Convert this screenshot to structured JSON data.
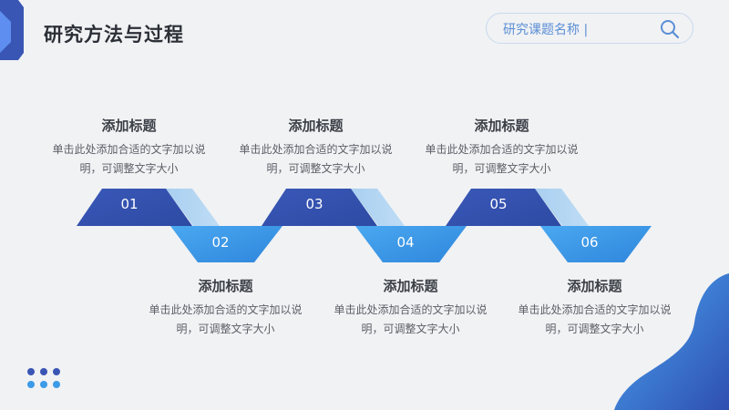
{
  "header": {
    "title": "研究方法与过程"
  },
  "search": {
    "text": "研究课题名称 |"
  },
  "colors": {
    "dark_blue": "#3a56b4",
    "light_blue": "#3c9be8",
    "accent": "#5b8fd6",
    "text": "#3b3f46"
  },
  "icons": {
    "search": "search-icon",
    "corner": "corner-accent-shape",
    "dots": "dots-grid",
    "blob": "blue-wave-blob"
  },
  "steps": [
    {
      "label": "01",
      "title": "添加标题",
      "desc": "单击此处添加合适的文字加以说明，可调整文字大小"
    },
    {
      "label": "02",
      "title": "添加标题",
      "desc": "单击此处添加合适的文字加以说明，可调整文字大小"
    },
    {
      "label": "03",
      "title": "添加标题",
      "desc": "单击此处添加合适的文字加以说明，可调整文字大小"
    },
    {
      "label": "04",
      "title": "添加标题",
      "desc": "单击此处添加合适的文字加以说明，可调整文字大小"
    },
    {
      "label": "05",
      "title": "添加标题",
      "desc": "单击此处添加合适的文字加以说明，可调整文字大小"
    },
    {
      "label": "06",
      "title": "添加标题",
      "desc": "单击此处添加合适的文字加以说明，可调整文字大小"
    }
  ]
}
